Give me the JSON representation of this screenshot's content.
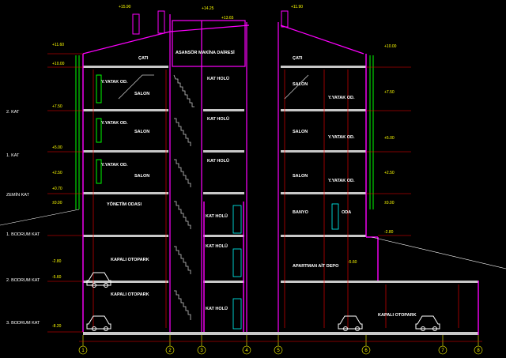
{
  "drawing": {
    "floor_labels": {
      "kat2": "2. KAT",
      "kat1": "1. KAT",
      "zemin": "ZEMİN KAT",
      "bodrum1": "1. BODRUM KAT",
      "bodrum2": "2. BODRUM KAT",
      "bodrum3": "3. BODRUM KAT"
    },
    "rooms": {
      "cati_left": "ÇATI",
      "cati_right": "ÇATI",
      "asansor": "ASANSÖR MAKİNA DAİRESİ",
      "yatak_left_2": "Y.YATAK OD.",
      "salon_left_2": "SALON",
      "kat_holu_2": "KAT HOLÜ",
      "salon_right_2": "SALON",
      "yatak_right_2": "Y.YATAK OD.",
      "yatak_left_1": "Y.YATAK OD.",
      "salon_left_1": "SALON",
      "kat_holu_1": "KAT HOLÜ",
      "salon_right_1": "SALON",
      "yatak_right_1": "Y.YATAK OD.",
      "yatak_left_z": "Y.YATAK OD.",
      "salon_left_z": "SALON",
      "kat_holu_z": "KAT HOLÜ",
      "salon_right_z": "SALON",
      "yatak_right_z": "Y.YATAK OD.",
      "yonetim": "YÖNETİM ODASI",
      "kat_holu_b1": "KAT HOLÜ",
      "banyo": "BANYO",
      "oda": "ODA",
      "kapali_otopark_b2": "KAPALI OTOPARK",
      "kat_holu_b2": "KAT HOLÜ",
      "apartman_depo": "APARTMAN AİT DEPO",
      "kapali_otopark_b3_left": "KAPALI OTOPARK",
      "kat_holu_b3": "KAT HOLÜ",
      "kapali_otopark_b3_right": "KAPALI OTOPARK"
    },
    "levels_left": [
      "+11.60",
      "+10.00",
      "+7.50",
      "+5.00",
      "+2.50",
      "+0.70",
      "±0.00",
      "-2.80",
      "-5.60",
      "-8.20"
    ],
    "levels_right": [
      "+10.00",
      "+7.50",
      "+5.00",
      "+2.50",
      "±0.00",
      "-2.80",
      "-5.60"
    ],
    "levels_top": [
      "+15.90",
      "+14.25",
      "+13.65",
      "+11.90"
    ],
    "axis_labels": [
      "1",
      "2",
      "3",
      "4",
      "5",
      "6",
      "7",
      "8"
    ]
  },
  "colors": {
    "background": "#000000",
    "wall": "#ff00ff",
    "slab": "#c8c8c8",
    "dimension": "#ffff00",
    "level_line": "#ff0000",
    "green": "#00ff00",
    "cyan": "#00ffff",
    "room_text": "#ffffff"
  }
}
